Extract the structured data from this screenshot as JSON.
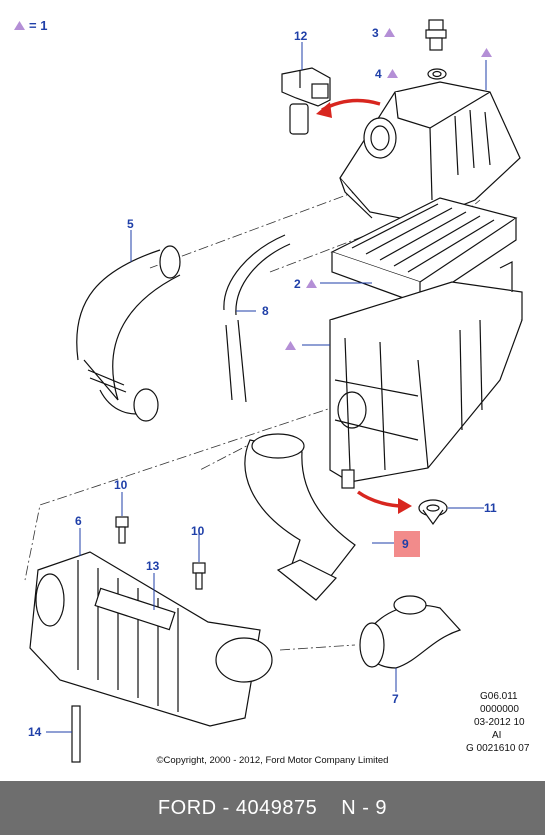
{
  "legend": {
    "value": "= 1"
  },
  "callouts": {
    "c12": "12",
    "c3": "3",
    "c4": "4",
    "c5": "5",
    "c2": "2",
    "c8": "8",
    "c10a": "10",
    "c6": "6",
    "c13": "13",
    "c10b": "10",
    "c11": "11",
    "c9": "9",
    "c7": "7",
    "c14": "14"
  },
  "codes": {
    "line1": "G06.011",
    "line2": "0000000",
    "line3": "03-2012 10",
    "line4": "AI",
    "line5": "G 0021610 07"
  },
  "copyright": "©Copyright, 2000 - 2012, Ford Motor Company Limited",
  "footer": {
    "brand": "FORD - 4049875",
    "ref": "N - 9"
  },
  "colors": {
    "callout": "#1f3fa8",
    "triangle": "#b48fd6",
    "arrow": "#d8261f",
    "highlight": "#f28b8b",
    "footer_bg": "#6e6e6e"
  }
}
